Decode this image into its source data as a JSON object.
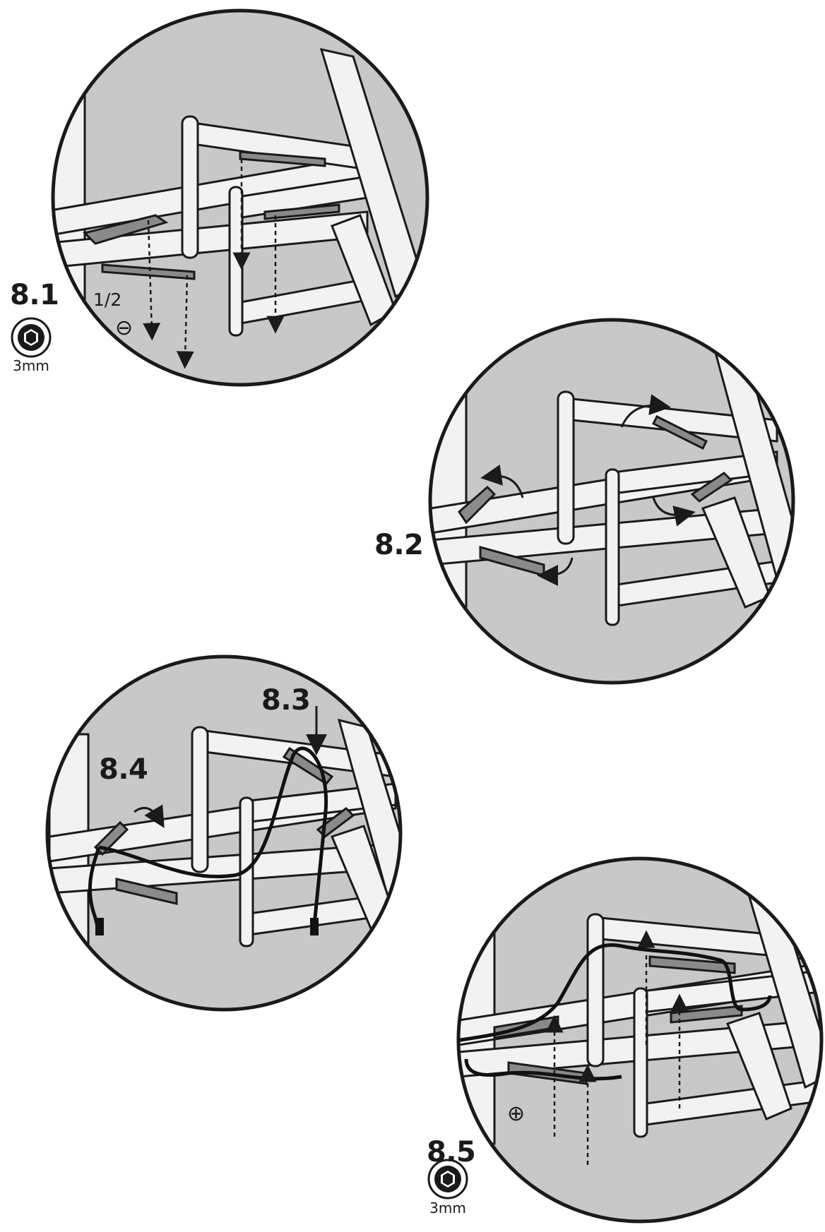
{
  "steps": {
    "s81": "8.1",
    "s82": "8.2",
    "s83": "8.3",
    "s84": "8.4",
    "s85": "8.5"
  },
  "notes": {
    "fraction": "1/2",
    "minus_sign": "⊖",
    "plus_sign": "⊕"
  },
  "tools": {
    "hex_key_81": "3mm",
    "hex_key_85": "3mm",
    "icon": "hex-key-icon"
  },
  "colors": {
    "circle_fill": "#c8c8c8",
    "outline": "#1a1a1a",
    "part_fill": "#f2f2f2",
    "bracket_fill": "#8a8a8a",
    "cable": "#111111"
  }
}
